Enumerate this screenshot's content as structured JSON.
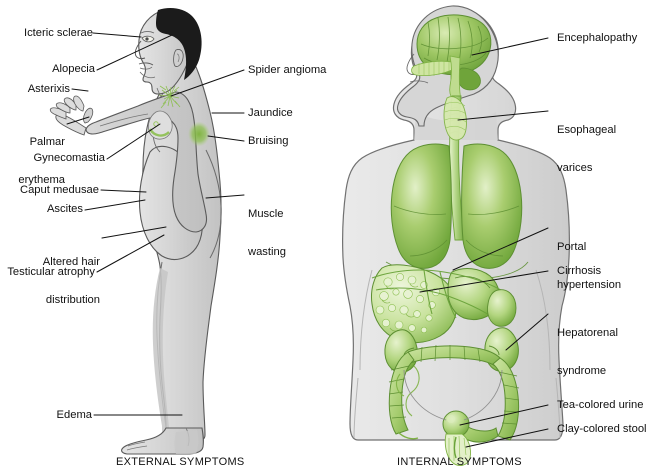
{
  "figure": {
    "title": "Cirrhosis symptoms diagram",
    "panels": [
      {
        "id": "external",
        "caption": "EXTERNAL SYMPTOMS",
        "labels_left": [
          "Icteric sclerae",
          "Alopecia",
          "Asterixis",
          "Palmar\nerythema",
          "Gynecomastia",
          "Caput medusae",
          "Ascites",
          "Altered hair\ndistribution",
          "Testicular atrophy",
          "Edema"
        ],
        "labels_right": [
          "Spider angioma",
          "Jaundice",
          "Bruising",
          "Muscle\nwasting"
        ]
      },
      {
        "id": "internal",
        "caption": "INTERNAL SYMPTOMS",
        "labels_right": [
          "Encephalopathy",
          "Esophageal\nvarices",
          "Portal\nhypertension",
          "Cirrhosis",
          "Hepatorenal\nsyndrome",
          "Tea-colored urine",
          "Clay-colored stool"
        ]
      }
    ]
  },
  "labels": {
    "icteric_sclerae": "Icteric sclerae",
    "alopecia": "Alopecia",
    "asterixis": "Asterixis",
    "palmar_erythema_l1": "Palmar",
    "palmar_erythema_l2": "erythema",
    "gynecomastia": "Gynecomastia",
    "caput_medusae": "Caput medusae",
    "ascites": "Ascites",
    "altered_hair_l1": "Altered hair",
    "altered_hair_l2": "distribution",
    "testicular_atrophy": "Testicular atrophy",
    "edema": "Edema",
    "spider_angioma": "Spider angioma",
    "jaundice": "Jaundice",
    "bruising": "Bruising",
    "muscle_wasting_l1": "Muscle",
    "muscle_wasting_l2": "wasting",
    "encephalopathy": "Encephalopathy",
    "esophageal_varices_l1": "Esophageal",
    "esophageal_varices_l2": "varices",
    "portal_hypertension_l1": "Portal",
    "portal_hypertension_l2": "hypertension",
    "cirrhosis": "Cirrhosis",
    "hepatorenal_l1": "Hepatorenal",
    "hepatorenal_l2": "syndrome",
    "tea_colored_urine": "Tea-colored urine",
    "clay_colored_stool": "Clay-colored stool",
    "caption_external": "EXTERNAL SYMPTOMS",
    "caption_internal": "INTERNAL SYMPTOMS"
  },
  "colors": {
    "skin": "#d3d3d3",
    "skin_shadow": "#bdbdbd",
    "skin_light": "#e2e2e2",
    "hair": "#1b1b1b",
    "outline": "#4a4a4a",
    "leader": "#111111",
    "green_dark": "#5f9a31",
    "green_mid": "#86bb4e",
    "green_light": "#b5d68a",
    "green_pale": "#daebbd",
    "green_vpale": "#eef5de",
    "body_ghost": "#cfcfcf",
    "text": "#111111",
    "background": "#ffffff"
  }
}
